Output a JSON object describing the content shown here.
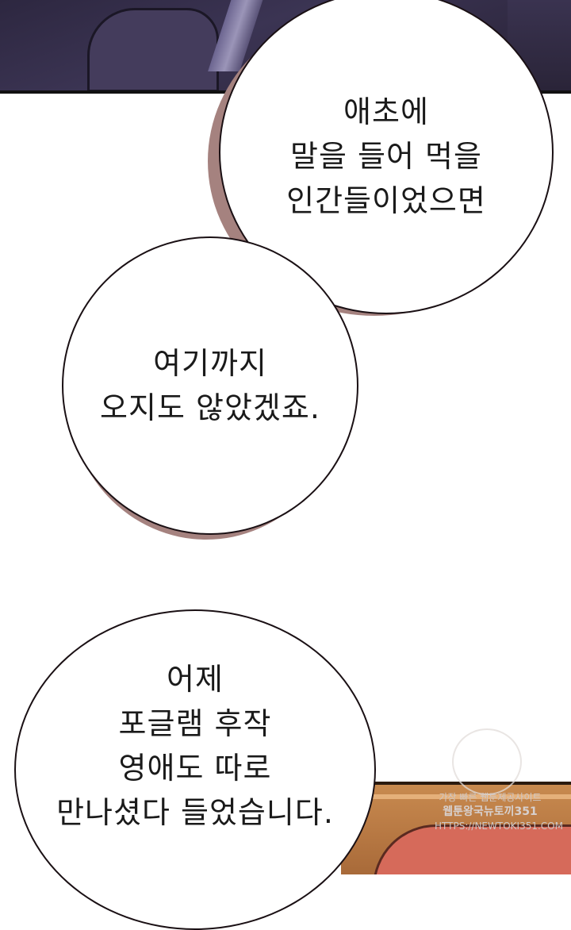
{
  "bubbles": {
    "first": {
      "lines": [
        "애초에",
        "말을 들어 먹을",
        "인간들이었으면"
      ]
    },
    "second": {
      "lines": [
        "여기까지",
        "오지도 않았겠죠."
      ]
    },
    "third": {
      "lines": [
        "어제",
        "포글램 후작",
        "영애도 따로",
        "만나셨다 들었습니다."
      ]
    }
  },
  "watermark": {
    "line1": "가장 빠른 웹툰제공사이트",
    "line2": "웹툰왕국뉴토끼351",
    "line3": "HTTPS://NEWTOKI351.COM"
  },
  "colors": {
    "bubble_shadow": "#a5827f",
    "panel_top": "#3b3453",
    "panel_bottom": "#c88a4f"
  }
}
